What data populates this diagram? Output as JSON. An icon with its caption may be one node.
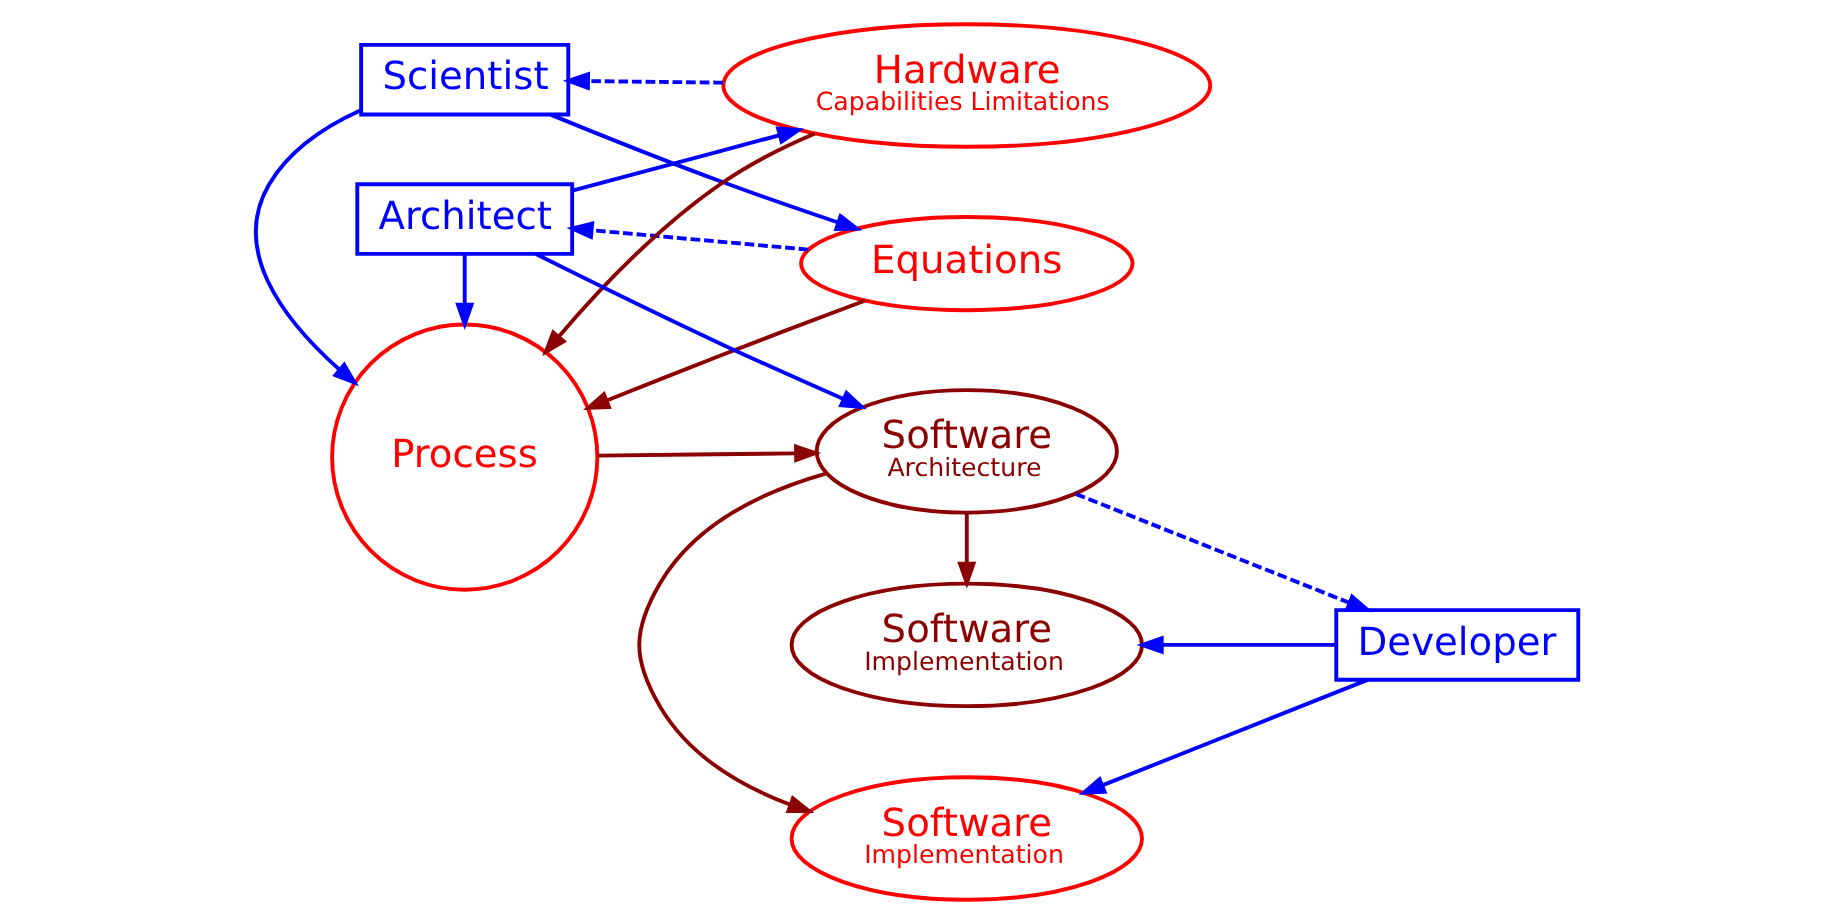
{
  "diagram": {
    "nodes": [
      {
        "text": [
          "Scientist"
        ]
      },
      {
        "text": [
          "Equations"
        ]
      },
      {
        "text": [
          "Process"
        ]
      },
      {
        "text": [
          "Software",
          "Implementation"
        ]
      },
      {
        "text": [
          "Software",
          "Architecture"
        ]
      },
      {
        "text": [
          "Developer"
        ]
      },
      {
        "text": [
          "Hardware",
          "Capabilities Limitations"
        ]
      },
      {
        "text": [
          "Software",
          "Implementation"
        ]
      },
      {
        "text": [
          "Architect"
        ]
      }
    ],
    "edges": [
      {
        "from": 0,
        "to": 1,
        "arrow": "to"
      },
      {
        "from": 0,
        "to": 2,
        "arrow": "to"
      },
      {
        "from": 1,
        "to": 2,
        "arrow": "to",
        "color": "#8b0000"
      },
      {
        "from": 1,
        "to": 8,
        "arrow": "to",
        "style": "dashed"
      },
      {
        "from": 6,
        "to": 0,
        "arrow": "to",
        "style": "dashed"
      },
      {
        "from": 6,
        "to": 2,
        "arrow": "to",
        "color": "#8b0000"
      },
      {
        "from": 8,
        "to": 6,
        "arrow": "to"
      },
      {
        "from": 8,
        "to": 2,
        "arrow": "to"
      },
      {
        "from": 8,
        "to": 4,
        "arrow": "to"
      },
      {
        "from": 2,
        "to": 4,
        "arrow": "to",
        "color": "#8b0000"
      },
      {
        "from": 4,
        "to": 3,
        "arrow": "to",
        "color": "#8b0000"
      },
      {
        "from": 4,
        "to": 7,
        "arrow": "to",
        "color": "#8b0000"
      },
      {
        "from": 4,
        "to": 5,
        "arrow": "to",
        "style": "dashed"
      },
      {
        "from": 5,
        "to": 3,
        "arrow": "to"
      },
      {
        "from": 5,
        "to": 7,
        "arrow": "to"
      }
    ]
  }
}
